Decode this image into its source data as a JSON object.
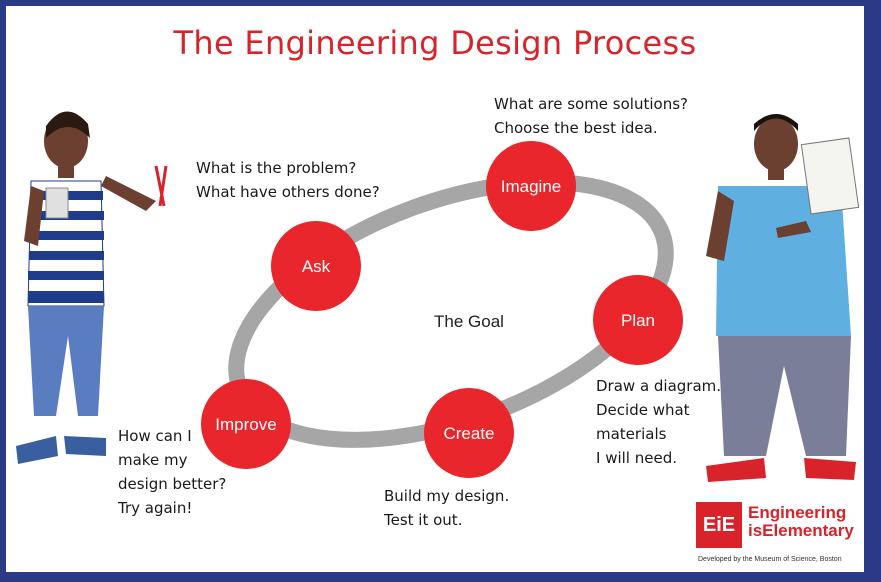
{
  "title": "The Engineering Design Process",
  "center_label": "The Goal",
  "steps": [
    {
      "label": "Ask",
      "note": [
        "What is the problem?",
        "What have others done?"
      ]
    },
    {
      "label": "Imagine",
      "note": [
        "What are some solutions?",
        "Choose the best idea."
      ]
    },
    {
      "label": "Plan",
      "note": [
        "Draw a diagram.",
        "Decide what",
        "materials",
        "I will need."
      ]
    },
    {
      "label": "Create",
      "note": [
        "Build my design.",
        "Test it out."
      ]
    },
    {
      "label": "Improve",
      "note": [
        "How can I",
        "make my",
        "design better?",
        "Try again!"
      ]
    }
  ],
  "logo": {
    "mark": "EiE",
    "line1": "Engineering",
    "line2": "isElementary",
    "credit": "Developed by the Museum of Science, Boston"
  },
  "colors": {
    "accent": "#d9232a",
    "cycle": "#a6a6a6",
    "frame": "#2a3a86"
  }
}
